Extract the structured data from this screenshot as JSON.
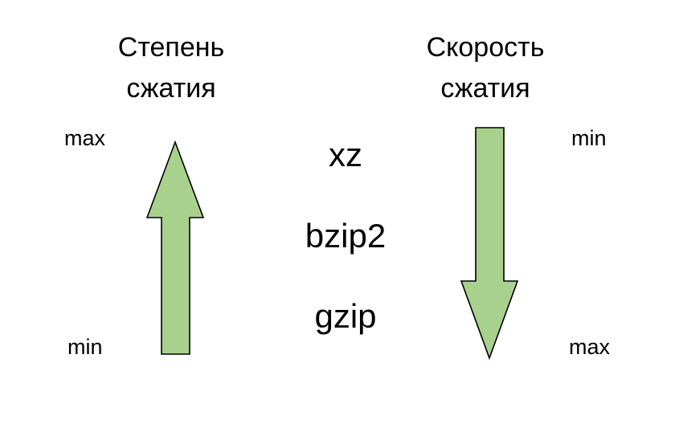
{
  "left_column": {
    "title": "Степень\nсжатия",
    "top_label": "max",
    "bottom_label": "min"
  },
  "right_column": {
    "title": "Скорость\nсжатия",
    "top_label": "min",
    "bottom_label": "max"
  },
  "algorithms": [
    "xz",
    "bzip2",
    "gzip"
  ],
  "colors": {
    "arrow_fill": "#a9d18e",
    "arrow_stroke": "#000000",
    "text": "#000000",
    "background": "#ffffff"
  },
  "icons": {
    "left_arrow": "up-arrow-icon",
    "right_arrow": "down-arrow-icon"
  }
}
